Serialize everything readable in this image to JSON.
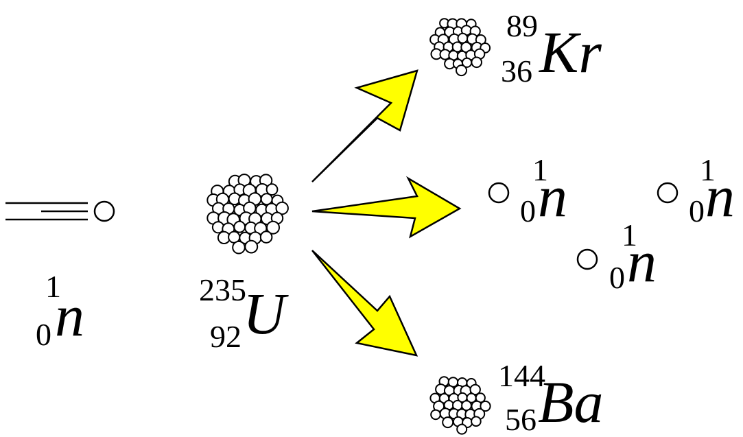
{
  "colors": {
    "arrow_fill": "#ffff00",
    "stroke": "#000000",
    "background": "#ffffff"
  },
  "nuclides": {
    "incoming_neutron": {
      "mass": "1",
      "atomic": "0",
      "symbol": "n"
    },
    "uranium": {
      "mass": "235",
      "atomic": "92",
      "symbol": "U"
    },
    "krypton": {
      "mass": "89",
      "atomic": "36",
      "symbol": "Kr"
    },
    "barium": {
      "mass": "144",
      "atomic": "56",
      "symbol": "Ba"
    },
    "neutron_a": {
      "mass": "1",
      "atomic": "0",
      "symbol": "n"
    },
    "neutron_b": {
      "mass": "1",
      "atomic": "0",
      "symbol": "n"
    },
    "neutron_c": {
      "mass": "1",
      "atomic": "0",
      "symbol": "n"
    }
  }
}
